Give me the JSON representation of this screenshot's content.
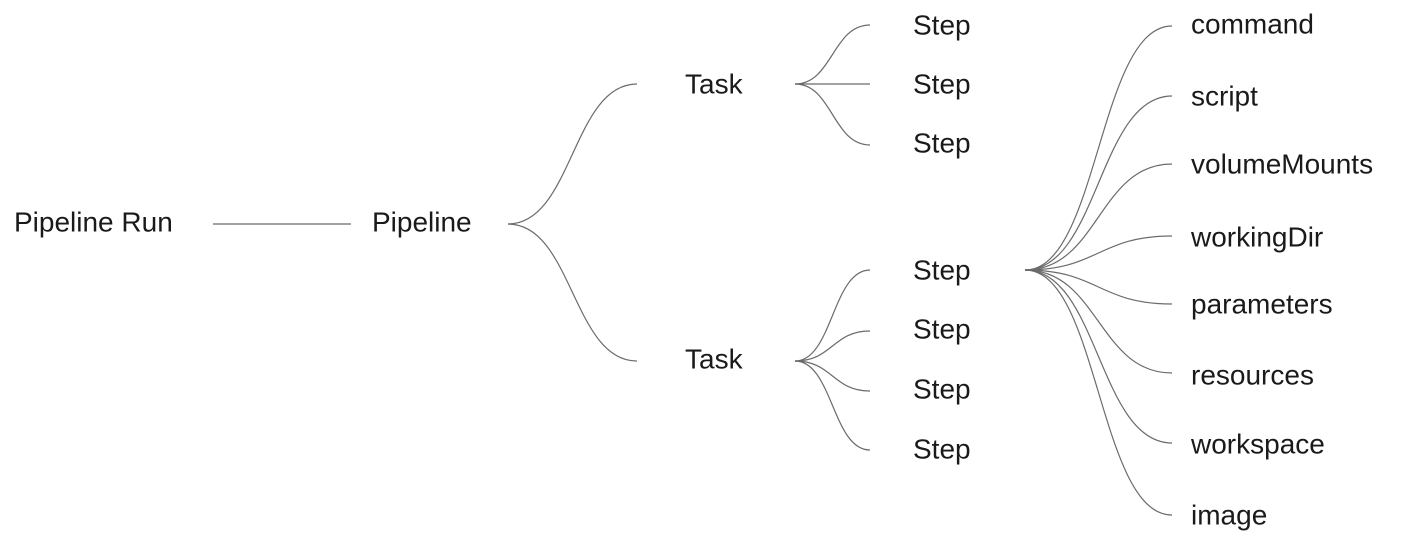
{
  "diagram": {
    "root": "Pipeline Run",
    "pipeline": "Pipeline",
    "tasks": [
      {
        "label": "Task",
        "steps": [
          "Step",
          "Step",
          "Step"
        ]
      },
      {
        "label": "Task",
        "steps": [
          "Step",
          "Step",
          "Step",
          "Step"
        ]
      }
    ],
    "step_fields": [
      "command",
      "script",
      "volumeMounts",
      "workingDir",
      "parameters",
      "resources",
      "workspace",
      "image"
    ]
  },
  "colors": {
    "line": "#6b6b6b",
    "text": "#1a1a1a",
    "background": "#ffffff"
  }
}
